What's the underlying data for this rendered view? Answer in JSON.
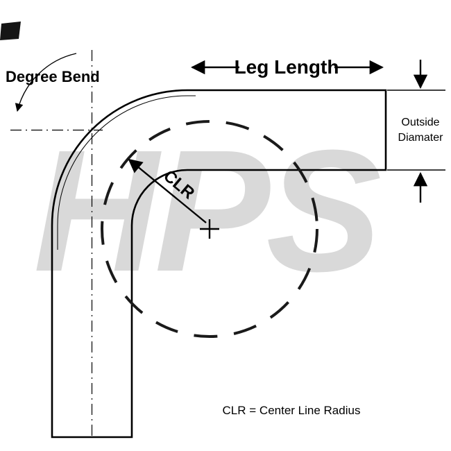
{
  "watermark": {
    "text": "HPS"
  },
  "labels": {
    "degree_bend": "Degree Bend",
    "leg_length": "Leg Length",
    "outside_line1": "Outside",
    "outside_line2": "Diamater",
    "clr": "CLR",
    "legend": "CLR = Center Line Radius"
  },
  "colors": {
    "line": "#000000",
    "background": "#ffffff",
    "watermark": "#d9d9d9",
    "dashed_circle": "#1a1a1a"
  }
}
